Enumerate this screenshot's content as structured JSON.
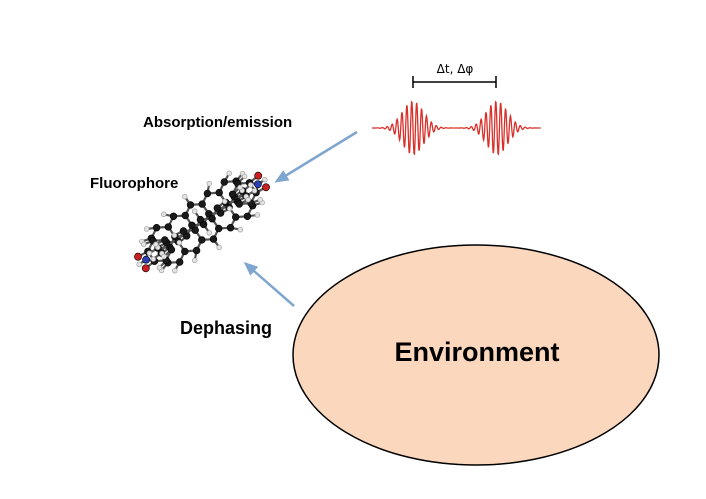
{
  "labels": {
    "absorption": "Absorption/emission",
    "fluorophore": "Fluorophore",
    "dephasing": "Dephasing",
    "environment": "Environment",
    "pulse_delay": "Δt, Δφ"
  },
  "colors": {
    "environment_fill": "#FAD7BD",
    "environment_stroke": "#000000",
    "arrow": "#7FA6CF",
    "pulse": "#D9302A",
    "carbon": "#1a1a1a",
    "hydrogen": "#e4e4e4",
    "oxygen": "#cc1f1f",
    "nitrogen": "#2a3fb8"
  },
  "icons": {
    "pulse": "double-wave-packet-icon",
    "molecule": "fluorophore-molecule-icon"
  }
}
